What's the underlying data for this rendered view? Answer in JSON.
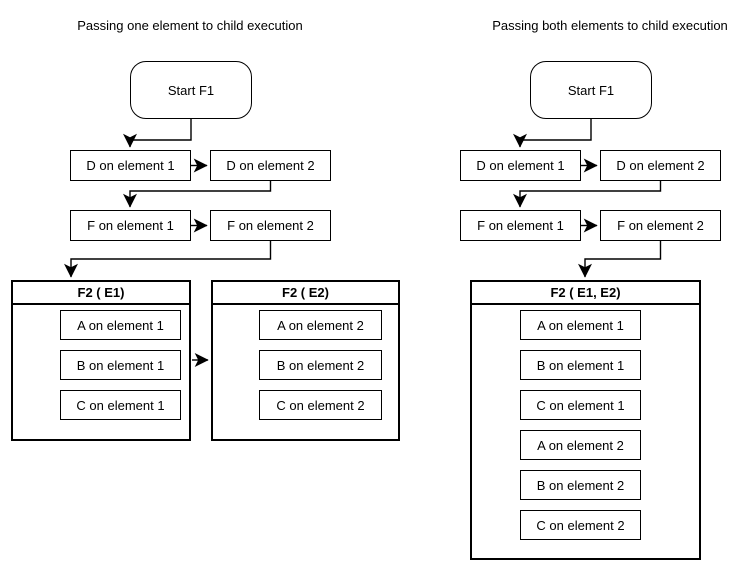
{
  "colors": {
    "background": "#ffffff",
    "stroke": "#000000",
    "text": "#000000"
  },
  "left_diagram": {
    "title": "Passing one element to child execution",
    "start_label": "Start F1",
    "nodes": {
      "d1": "D on element 1",
      "d2": "D on element 2",
      "f1": "F on element 1",
      "f2": "F on element 2"
    },
    "containers": [
      {
        "header": "F2 ( E1)",
        "items": [
          "A on element 1",
          "B on element 1",
          "C on element 1"
        ]
      },
      {
        "header": "F2 ( E2)",
        "items": [
          "A on element 2",
          "B on element 2",
          "C on element 2"
        ]
      }
    ]
  },
  "right_diagram": {
    "title": "Passing both elements to child execution",
    "start_label": "Start F1",
    "nodes": {
      "d1": "D on element 1",
      "d2": "D on element 2",
      "f1": "F on element 1",
      "f2": "F on element 2"
    },
    "containers": [
      {
        "header": "F2 ( E1, E2)",
        "items": [
          "A on element 1",
          "B on element 1",
          "C on element 1",
          "A on element 2",
          "B on element 2",
          "C on element 2"
        ]
      }
    ]
  }
}
